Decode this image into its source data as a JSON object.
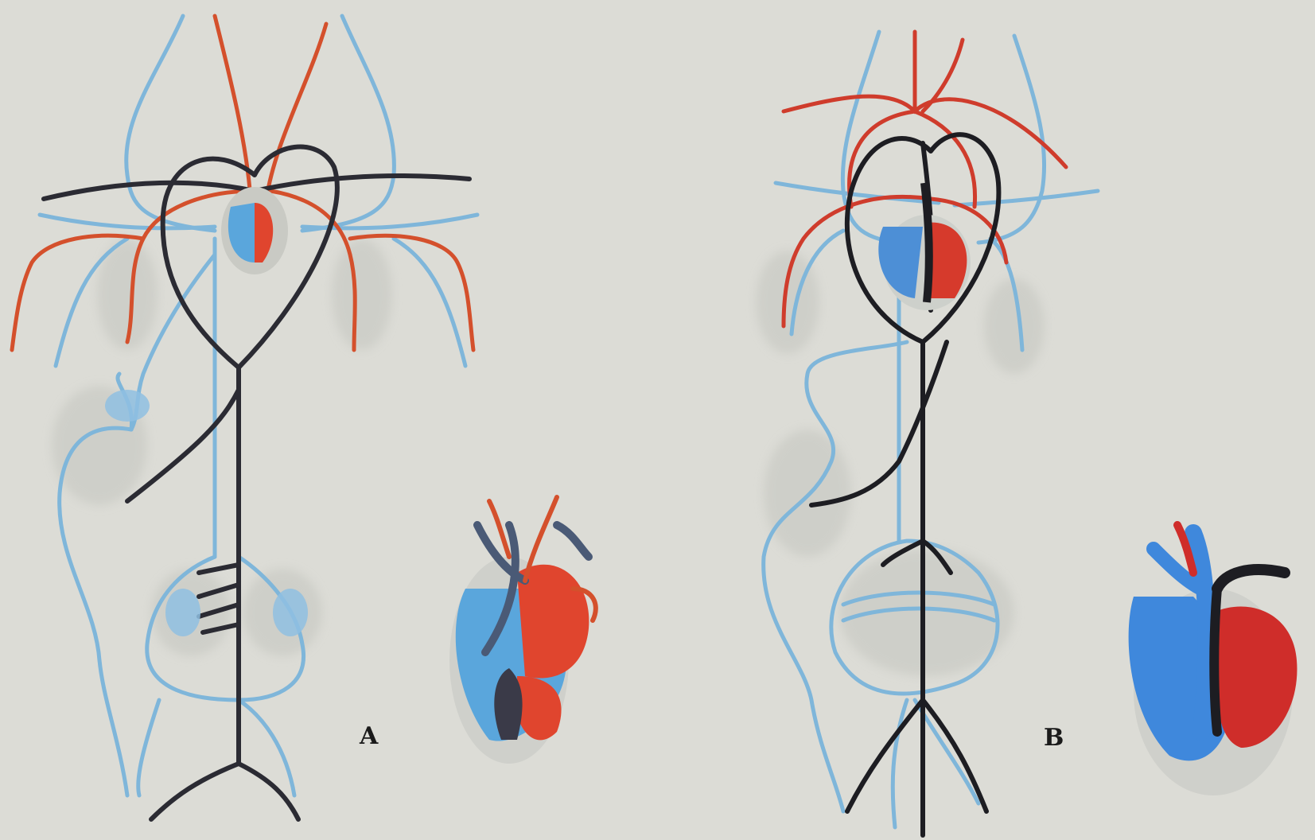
{
  "panels": [
    {
      "id": "A",
      "label": "A"
    },
    {
      "id": "B",
      "label": "B"
    }
  ],
  "colors": {
    "background": "#dcdcd6",
    "venous": "#7fb6da",
    "arterial": "#d4502c",
    "nerve": "#2b2b33",
    "heart_blue": "#5aa6dc",
    "heart_red": "#e0452e",
    "shadow": "#c9cac4"
  }
}
